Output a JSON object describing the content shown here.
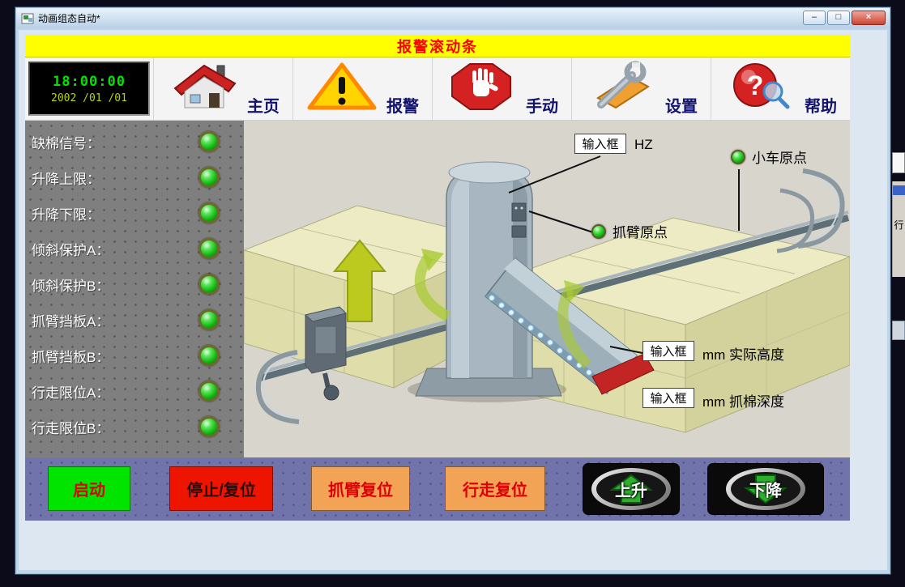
{
  "window": {
    "title": "动画组态自动*",
    "minimize_glyph": "–",
    "maximize_glyph": "□",
    "close_glyph": "×"
  },
  "alarm_banner": {
    "text": "报警滚动条"
  },
  "toolbar": {
    "clock": {
      "time": "18:00:00",
      "date": "2002 /01 /01"
    },
    "items": [
      {
        "icon": "home-icon",
        "label": "主页"
      },
      {
        "icon": "alarm-icon",
        "label": "报警"
      },
      {
        "icon": "manual-icon",
        "label": "手动"
      },
      {
        "icon": "settings-icon",
        "label": "设置"
      },
      {
        "icon": "help-icon",
        "label": "帮助"
      }
    ]
  },
  "status_panel": {
    "items": [
      {
        "label": "缺棉信号：",
        "state": "on"
      },
      {
        "label": "升降上限：",
        "state": "on"
      },
      {
        "label": "升降下限：",
        "state": "on"
      },
      {
        "label": "倾斜保护A：",
        "state": "on"
      },
      {
        "label": "倾斜保护B：",
        "state": "on"
      },
      {
        "label": "抓臂挡板A：",
        "state": "on"
      },
      {
        "label": "抓臂挡板B：",
        "state": "on"
      },
      {
        "label": "行走限位A：",
        "state": "on"
      },
      {
        "label": "行走限位B：",
        "state": "on"
      }
    ]
  },
  "diagram": {
    "freq_input": {
      "value": "输入框",
      "unit": "HZ"
    },
    "cart_origin": {
      "label": "小车原点",
      "state": "on"
    },
    "arm_origin": {
      "label": "抓臂原点",
      "state": "on"
    },
    "height_input": {
      "value": "输入框",
      "unit": "mm 实际高度"
    },
    "depth_input": {
      "value": "输入框",
      "unit": "mm 抓棉深度"
    }
  },
  "controls": {
    "start": "启动",
    "stop_reset": "停止/复位",
    "arm_reset": "抓臂复位",
    "walk_reset": "行走复位",
    "up": "上升",
    "down": "下降"
  },
  "background_fragment": {
    "text": "行"
  },
  "colors": {
    "banner_bg": "#ffff00",
    "banner_text": "#ff0000",
    "led_on": "#2ecc2e",
    "start_bg": "#00e400",
    "stop_bg": "#ee1500",
    "reset_bg": "#f2a355",
    "strip_bg": "#7173ab"
  }
}
